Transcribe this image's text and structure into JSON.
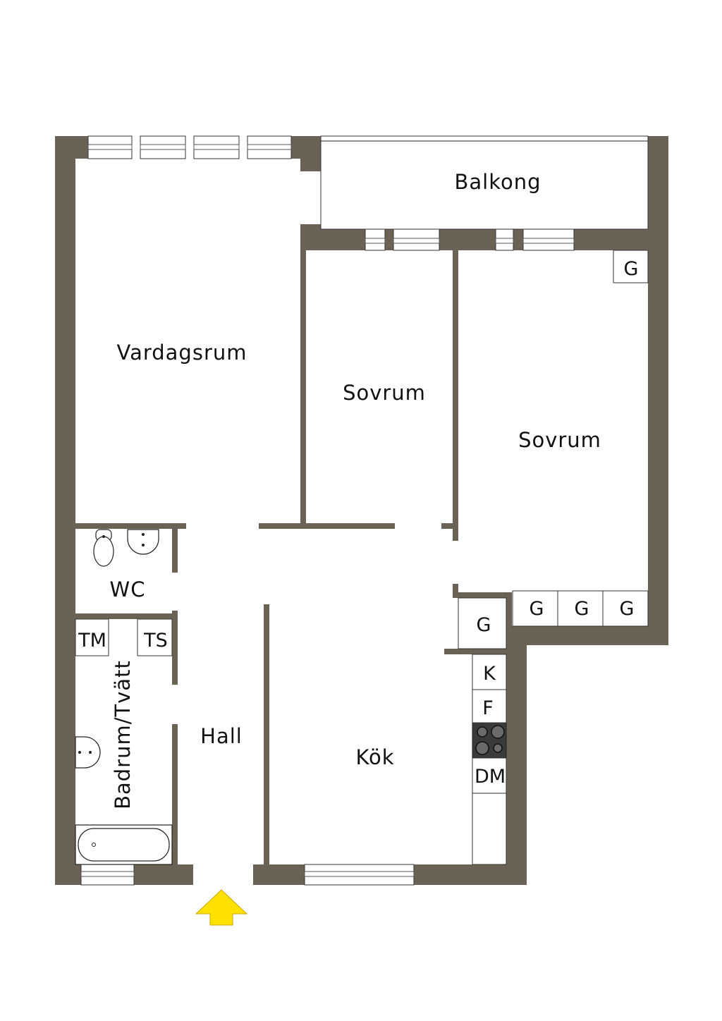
{
  "rooms": {
    "balkong": "Balkong",
    "vardagsrum": "Vardagsrum",
    "sovrum_1": "Sovrum",
    "sovrum_2": "Sovrum",
    "wc": "WC",
    "badrum": "Badrum/Tvätt",
    "hall": "Hall",
    "kok": "Kök"
  },
  "units": {
    "tm": "TM",
    "ts": "TS",
    "g_bedroom": "G",
    "g_1": "G",
    "g_2": "G",
    "g_3": "G",
    "g_kitchen": "G",
    "k": "K",
    "f": "F",
    "dm": "DM"
  },
  "colors": {
    "wall": "#6b6256",
    "entrance_arrow": "#ffe100"
  },
  "icons": {
    "entrance": "entrance-arrow-icon",
    "stove": "stove-icon",
    "sink": "kitchen-sink-icon",
    "toilet": "toilet-icon",
    "washbasin": "washbasin-icon",
    "bathtub": "bathtub-icon"
  }
}
